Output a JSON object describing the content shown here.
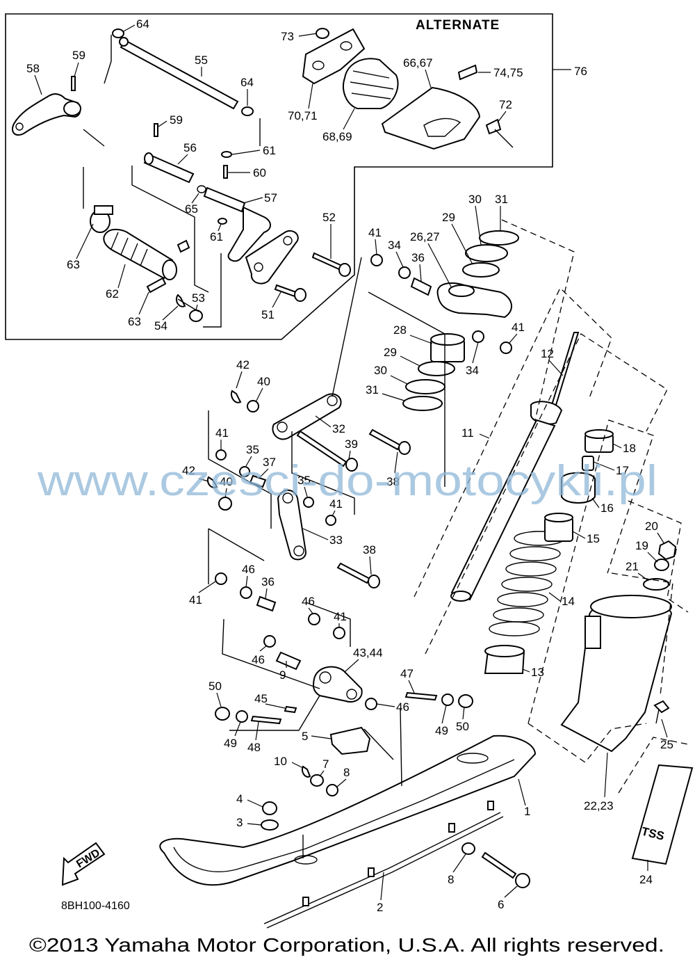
{
  "inset_label": "ALTERNATE",
  "callouts": [
    {
      "id": "1",
      "text": "1"
    },
    {
      "id": "2",
      "text": "2"
    },
    {
      "id": "3",
      "text": "3"
    },
    {
      "id": "4",
      "text": "4"
    },
    {
      "id": "5",
      "text": "5"
    },
    {
      "id": "6",
      "text": "6"
    },
    {
      "id": "7",
      "text": "7"
    },
    {
      "id": "8a",
      "text": "8"
    },
    {
      "id": "8b",
      "text": "8"
    },
    {
      "id": "9",
      "text": "9"
    },
    {
      "id": "10",
      "text": "10"
    },
    {
      "id": "11",
      "text": "11"
    },
    {
      "id": "12",
      "text": "12"
    },
    {
      "id": "13",
      "text": "13"
    },
    {
      "id": "14",
      "text": "14"
    },
    {
      "id": "15",
      "text": "15"
    },
    {
      "id": "16",
      "text": "16"
    },
    {
      "id": "17",
      "text": "17"
    },
    {
      "id": "18",
      "text": "18"
    },
    {
      "id": "19",
      "text": "19"
    },
    {
      "id": "20",
      "text": "20"
    },
    {
      "id": "21",
      "text": "21"
    },
    {
      "id": "22_23",
      "text": "22,23"
    },
    {
      "id": "24",
      "text": "24"
    },
    {
      "id": "25",
      "text": "25"
    },
    {
      "id": "26_27",
      "text": "26,27"
    },
    {
      "id": "28",
      "text": "28"
    },
    {
      "id": "29a",
      "text": "29"
    },
    {
      "id": "29b",
      "text": "29"
    },
    {
      "id": "30a",
      "text": "30"
    },
    {
      "id": "30b",
      "text": "30"
    },
    {
      "id": "31a",
      "text": "31"
    },
    {
      "id": "31b",
      "text": "31"
    },
    {
      "id": "32",
      "text": "32"
    },
    {
      "id": "33",
      "text": "33"
    },
    {
      "id": "34a",
      "text": "34"
    },
    {
      "id": "34b",
      "text": "34"
    },
    {
      "id": "35a",
      "text": "35"
    },
    {
      "id": "35b",
      "text": "35"
    },
    {
      "id": "36a",
      "text": "36"
    },
    {
      "id": "36b",
      "text": "36"
    },
    {
      "id": "37",
      "text": "37"
    },
    {
      "id": "38a",
      "text": "38"
    },
    {
      "id": "38b",
      "text": "38"
    },
    {
      "id": "39",
      "text": "39"
    },
    {
      "id": "40a",
      "text": "40"
    },
    {
      "id": "40b",
      "text": "40"
    },
    {
      "id": "41a",
      "text": "41"
    },
    {
      "id": "41b",
      "text": "41"
    },
    {
      "id": "41c",
      "text": "41"
    },
    {
      "id": "41d",
      "text": "41"
    },
    {
      "id": "41e",
      "text": "41"
    },
    {
      "id": "41f",
      "text": "41"
    },
    {
      "id": "42a",
      "text": "42"
    },
    {
      "id": "42b",
      "text": "42"
    },
    {
      "id": "43_44",
      "text": "43,44"
    },
    {
      "id": "45",
      "text": "45"
    },
    {
      "id": "46a",
      "text": "46"
    },
    {
      "id": "46b",
      "text": "46"
    },
    {
      "id": "46c",
      "text": "46"
    },
    {
      "id": "46d",
      "text": "46"
    },
    {
      "id": "47",
      "text": "47"
    },
    {
      "id": "48",
      "text": "48"
    },
    {
      "id": "49a",
      "text": "49"
    },
    {
      "id": "49b",
      "text": "49"
    },
    {
      "id": "50a",
      "text": "50"
    },
    {
      "id": "50b",
      "text": "50"
    },
    {
      "id": "51",
      "text": "51"
    },
    {
      "id": "52",
      "text": "52"
    },
    {
      "id": "53",
      "text": "53"
    },
    {
      "id": "54",
      "text": "54"
    },
    {
      "id": "55",
      "text": "55"
    },
    {
      "id": "56",
      "text": "56"
    },
    {
      "id": "57",
      "text": "57"
    },
    {
      "id": "58",
      "text": "58"
    },
    {
      "id": "59a",
      "text": "59"
    },
    {
      "id": "59b",
      "text": "59"
    },
    {
      "id": "60",
      "text": "60"
    },
    {
      "id": "61a",
      "text": "61"
    },
    {
      "id": "61b",
      "text": "61"
    },
    {
      "id": "62",
      "text": "62"
    },
    {
      "id": "63a",
      "text": "63"
    },
    {
      "id": "63b",
      "text": "63"
    },
    {
      "id": "64a",
      "text": "64"
    },
    {
      "id": "64b",
      "text": "64"
    },
    {
      "id": "65",
      "text": "65"
    },
    {
      "id": "66_67",
      "text": "66,67"
    },
    {
      "id": "68_69",
      "text": "68,69"
    },
    {
      "id": "70_71",
      "text": "70,71"
    },
    {
      "id": "72",
      "text": "72"
    },
    {
      "id": "73",
      "text": "73"
    },
    {
      "id": "74_75",
      "text": "74,75"
    },
    {
      "id": "76",
      "text": "76"
    }
  ],
  "fwd_label": "FWD",
  "decal_text": "TSS",
  "diagram_code": "8BH100-4160",
  "watermark": "www.czesci-do-motocykli.pl",
  "copyright": "©2013 Yamaha Motor Corporation, U.S.A. All rights reserved."
}
